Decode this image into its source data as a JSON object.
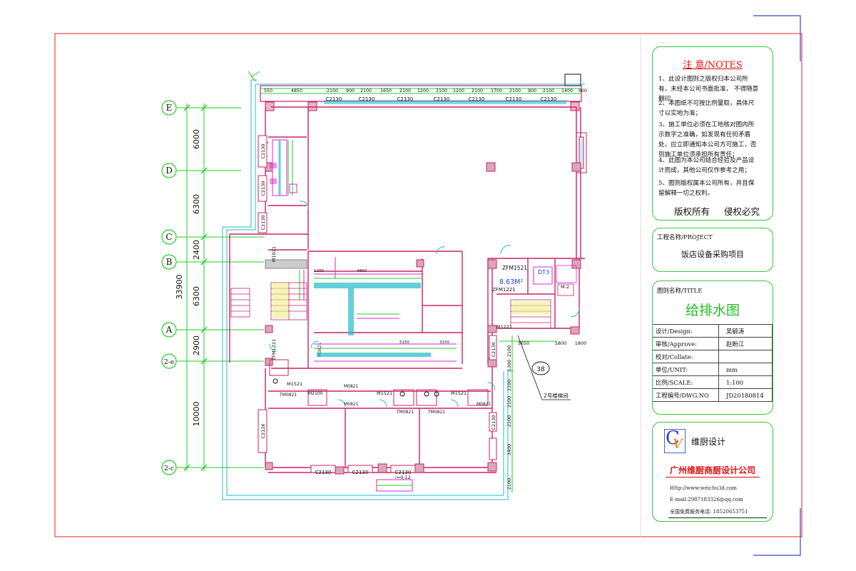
{
  "drawing": {
    "grid_axes": [
      {
        "id": "E",
        "label": "E"
      },
      {
        "id": "D",
        "label": "D"
      },
      {
        "id": "C",
        "label": "C"
      },
      {
        "id": "B",
        "label": "B"
      },
      {
        "id": "A",
        "label": "A"
      },
      {
        "id": "2e",
        "label": "2-e"
      },
      {
        "id": "2c",
        "label": "2-c"
      }
    ],
    "left_dims": [
      "6000",
      "6300",
      "2400",
      "6300",
      "2900",
      "10000"
    ],
    "total_dim": "33900",
    "top_dims": [
      "550",
      "4850",
      "2100",
      "900",
      "2100",
      "1650",
      "2100",
      "1200",
      "2100",
      "1200",
      "2100",
      "1700",
      "2100",
      "900",
      "2100",
      "1400",
      "900"
    ],
    "window_labels": [
      "C2130",
      "C2130",
      "C2130",
      "C2130",
      "C2130",
      "C2130",
      "C2130",
      "C2130",
      "C2130",
      "C2130"
    ],
    "right_dims": [
      "2100",
      "2100",
      "1300",
      "2100",
      "2100",
      "3400",
      "2100"
    ],
    "rooms": {
      "zfm1521": "ZFM1521",
      "dt3": "DT3",
      "area": "8.63M²",
      "zfm1221": "ZFM1221",
      "zfm1221b": "ZFM1221",
      "m1221": "M1221",
      "m1021": "M1021",
      "m2": "M-2",
      "m1521a": "M1521",
      "m1521b": "M1521",
      "m1521c": "M1521",
      "m0821a": "M0821",
      "m0821b": "M0821",
      "m0821c": "M0821",
      "tm0821a": "TM0821",
      "tm0821b": "TM0821",
      "tm0821c": "TM0821",
      "m2100": "M2100",
      "c2126": "C2126",
      "c2130_side1": "C2130",
      "c2130_side2": "C2130",
      "c2130_side3": "C2130",
      "c2130_bottom1": "C2130",
      "c2130_bottom2": "C2130",
      "c2130_bottom3": "C2130",
      "stair2": "2号楼梯间",
      "dim3650": "3650",
      "dim1800a": "1800",
      "dim1800b": "1800",
      "dim1200": "1200",
      "dim5150": "5150",
      "dim4850": "4850",
      "dim3150": "3150",
      "circle38": "38",
      "i012": "i=0.12"
    }
  },
  "notes": {
    "title": "注 意/NOTES",
    "items": [
      "1、此设计图则之版权归本公司所有，未经本公司书面批准， 不得随意翻印。",
      "2、本图纸不可按比例量取，具体尺寸以实地为准；",
      "3、施工单位必须在工地核对图内所示数字之准确，如发现有任何矛盾处，应立即通知本公司方可施工，否则施工单位须承担所有责任；",
      "4、此图为本公司结合经验及产品设计而成，其他公司仅作参考之用；",
      "5、图则版权属本公司所有，并且保留解释一切之权利。"
    ],
    "footer_left": "版权所有",
    "footer_right": "侵权必究"
  },
  "project": {
    "label": "工程名称/PROJECT",
    "name": "饭店设备采购项目"
  },
  "title_block": {
    "label": "图则名称/TITLE",
    "title": "给排水图",
    "rows": [
      {
        "k": "设计/Design:",
        "v": "吴毓涛"
      },
      {
        "k": "审核/Approve:",
        "v": "赵盼江"
      },
      {
        "k": "校对/Collate:",
        "v": ""
      },
      {
        "k": "单位/UNIT:",
        "v": "mm"
      },
      {
        "k": "比例/SCALE:",
        "v": "1:100"
      },
      {
        "k": "工程编号/DWG.NO",
        "v": "JD20180814"
      }
    ]
  },
  "company": {
    "logo_c": "C",
    "logo_v": "V",
    "brand": "维厨设计",
    "name": "广州维厨商厨设计公司",
    "http": "Http://www.weichu3d.com",
    "email": "E-mail:2987183326@qq.com",
    "phone": "全国免费服务电话: 18520653751"
  },
  "colors": {
    "border": "#e02020",
    "panel": "#33cc33",
    "wall": "#cc2266",
    "pipe": "#22bbcc",
    "grid": "#22cc22",
    "magenta": "#dd22dd",
    "corner": "#3344cc"
  }
}
